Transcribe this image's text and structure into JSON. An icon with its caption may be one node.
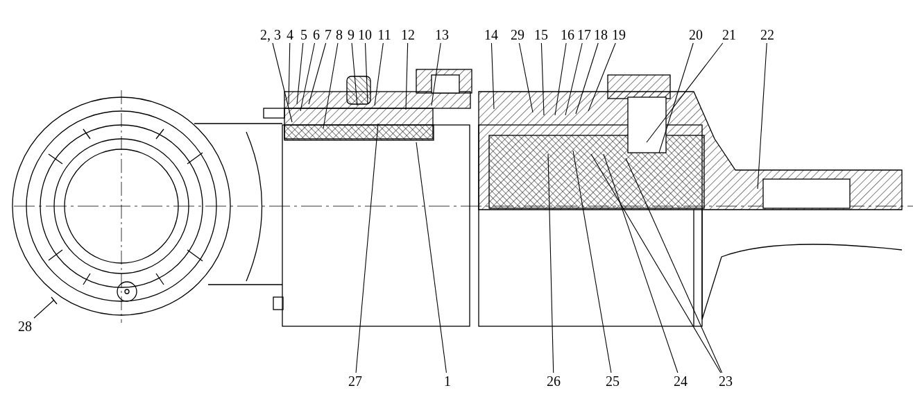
{
  "diagram": {
    "nodes": [
      {
        "text": [
          "2, 3"
        ]
      },
      {
        "text": [
          "4"
        ]
      },
      {
        "text": [
          "5"
        ]
      },
      {
        "text": [
          "6"
        ]
      },
      {
        "text": [
          "7"
        ]
      },
      {
        "text": [
          "8"
        ]
      },
      {
        "text": [
          "9"
        ]
      },
      {
        "text": [
          "10"
        ]
      },
      {
        "text": [
          "11"
        ]
      },
      {
        "text": [
          "12"
        ]
      },
      {
        "text": [
          "13"
        ]
      },
      {
        "text": [
          "14"
        ]
      },
      {
        "text": [
          "29"
        ]
      },
      {
        "text": [
          "15"
        ]
      },
      {
        "text": [
          "16"
        ]
      },
      {
        "text": [
          "17"
        ]
      },
      {
        "text": [
          "18"
        ]
      },
      {
        "text": [
          "19"
        ]
      },
      {
        "text": [
          "20"
        ]
      },
      {
        "text": [
          "21"
        ]
      },
      {
        "text": [
          "22"
        ]
      },
      {
        "text": [
          "28"
        ]
      },
      {
        "text": [
          "27"
        ]
      },
      {
        "text": [
          "1"
        ]
      },
      {
        "text": [
          "26"
        ]
      },
      {
        "text": [
          "25"
        ]
      },
      {
        "text": [
          "24"
        ]
      },
      {
        "text": [
          "23"
        ]
      }
    ],
    "edges": [
      {
        "from": 0,
        "to": null,
        "arrow": "none"
      },
      {
        "from": 1,
        "to": null,
        "arrow": "none"
      },
      {
        "from": 2,
        "to": null,
        "arrow": "none"
      },
      {
        "from": 3,
        "to": null,
        "arrow": "none"
      },
      {
        "from": 4,
        "to": null,
        "arrow": "none"
      },
      {
        "from": 5,
        "to": null,
        "arrow": "none"
      },
      {
        "from": 6,
        "to": null,
        "arrow": "none"
      },
      {
        "from": 7,
        "to": null,
        "arrow": "none"
      },
      {
        "from": 8,
        "to": null,
        "arrow": "none"
      },
      {
        "from": 9,
        "to": null,
        "arrow": "none"
      },
      {
        "from": 10,
        "to": null,
        "arrow": "none"
      },
      {
        "from": 11,
        "to": null,
        "arrow": "none"
      },
      {
        "from": 12,
        "to": null,
        "arrow": "none"
      },
      {
        "from": 13,
        "to": null,
        "arrow": "none"
      },
      {
        "from": 14,
        "to": null,
        "arrow": "none"
      },
      {
        "from": 15,
        "to": null,
        "arrow": "none"
      },
      {
        "from": 16,
        "to": null,
        "arrow": "none"
      },
      {
        "from": 17,
        "to": null,
        "arrow": "none"
      },
      {
        "from": 18,
        "to": null,
        "arrow": "none"
      },
      {
        "from": 19,
        "to": null,
        "arrow": "none"
      },
      {
        "from": 20,
        "to": null,
        "arrow": "none"
      },
      {
        "from": 21,
        "to": null,
        "arrow": "none"
      },
      {
        "from": 22,
        "to": null,
        "arrow": "none"
      },
      {
        "from": 23,
        "to": null,
        "arrow": "none"
      },
      {
        "from": 24,
        "to": null,
        "arrow": "none"
      },
      {
        "from": 25,
        "to": null,
        "arrow": "none"
      },
      {
        "from": 26,
        "to": null,
        "arrow": "none"
      },
      {
        "from": 27,
        "to": null,
        "arrow": "none"
      },
      {
        "from": 27,
        "to": null,
        "arrow": "none"
      }
    ]
  }
}
